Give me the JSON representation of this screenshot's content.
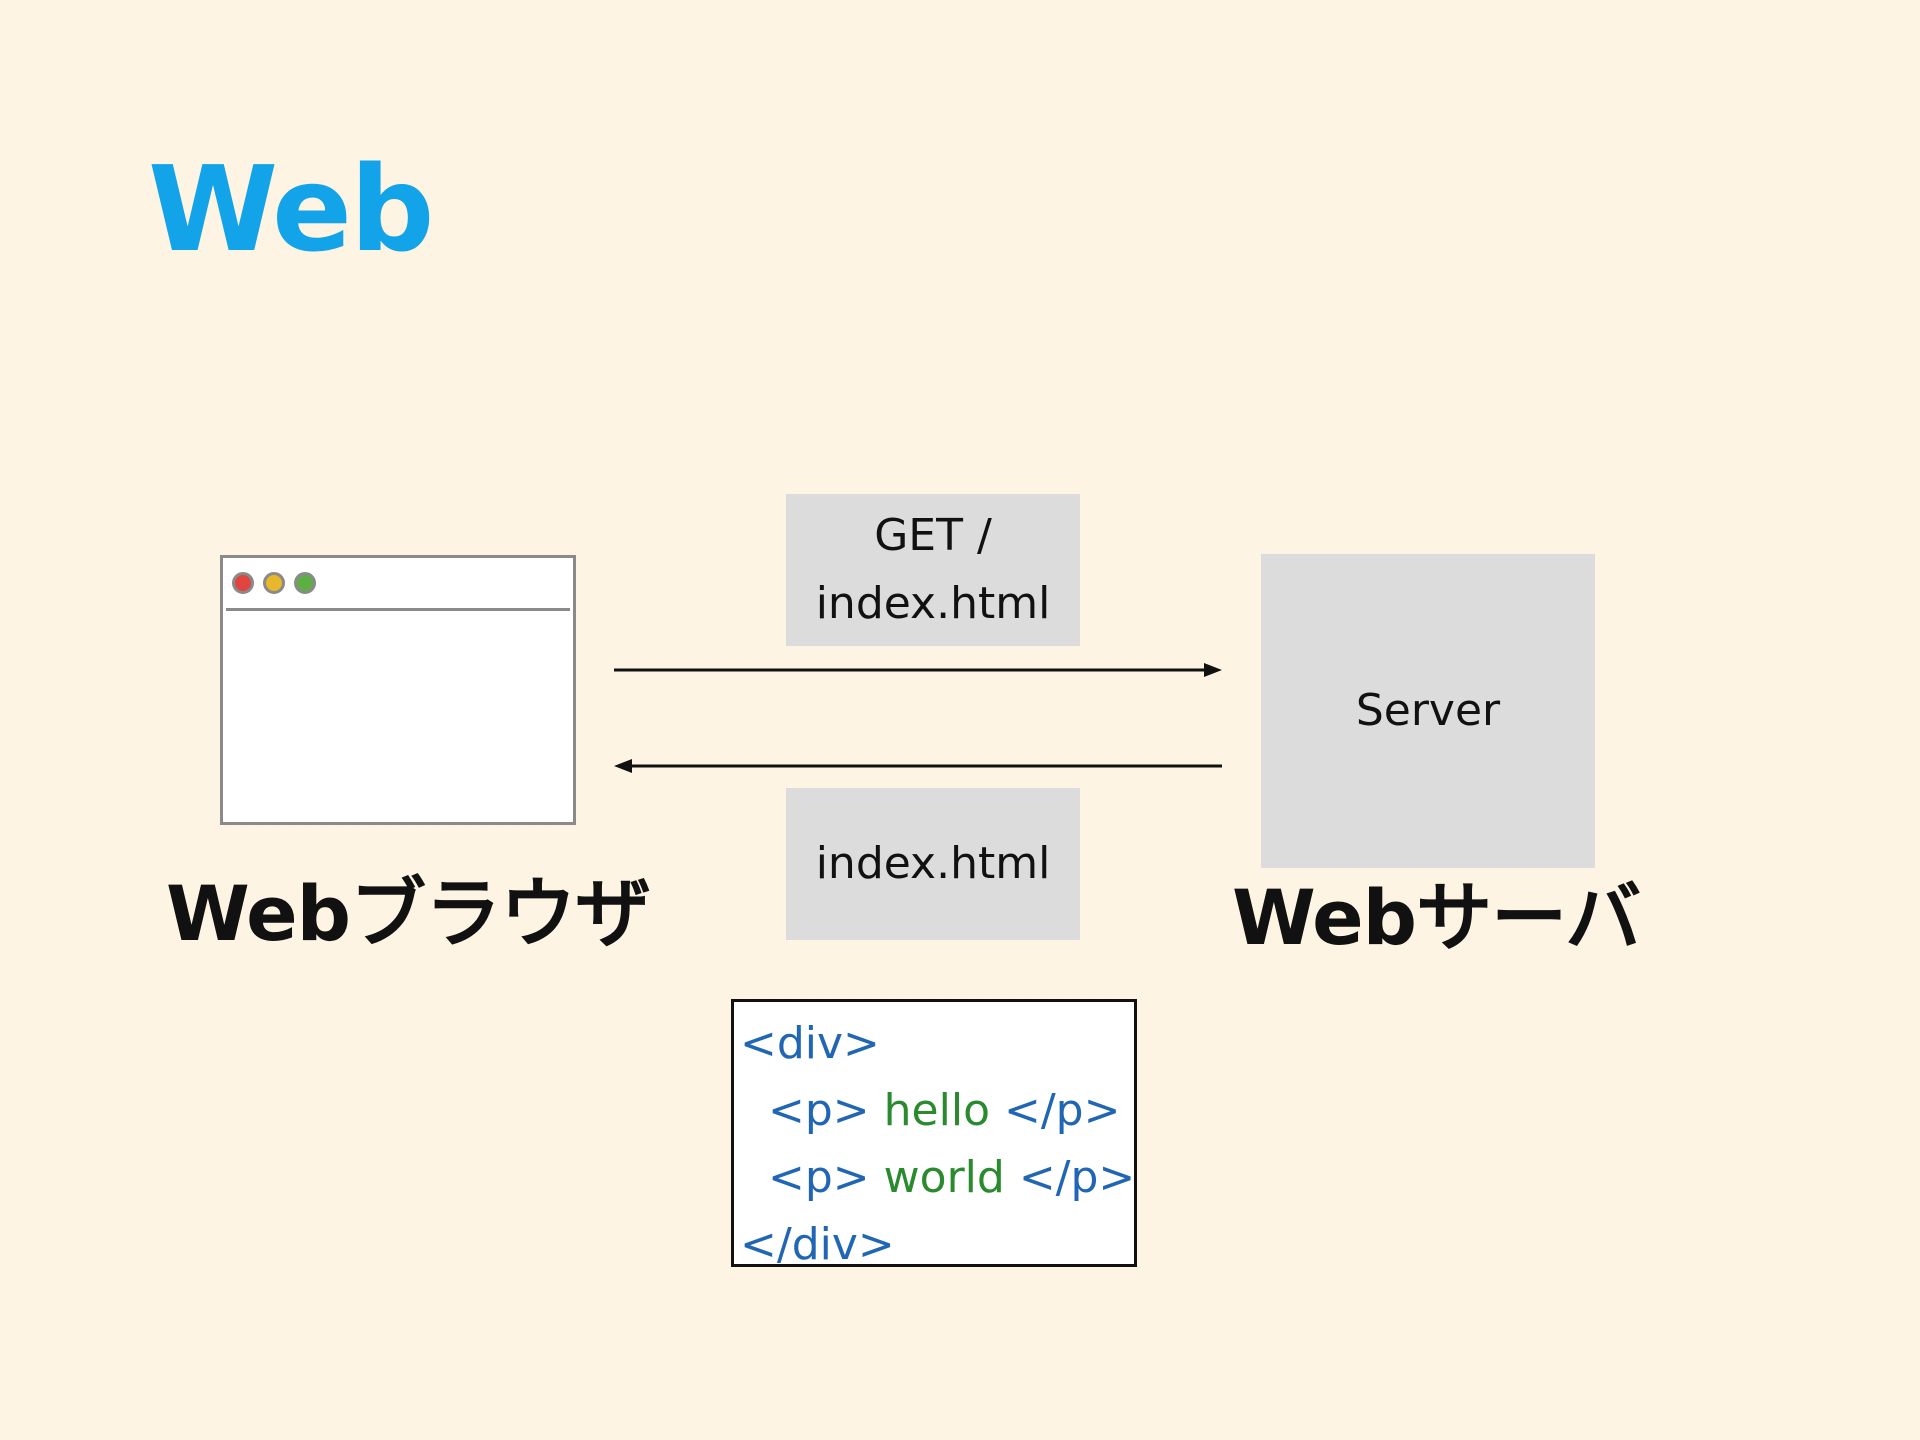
{
  "colors": {
    "background": "#fdf4e3",
    "title": "#12a3e8",
    "text": "#111111",
    "box_fill": "#dcdcdc",
    "tag": "#2166b5",
    "content": "#2a8a2e",
    "dot_red": "#e2443f",
    "dot_yellow": "#e8b82a",
    "dot_green": "#5cb043"
  },
  "title": "Web",
  "browser": {
    "label": "Webブラウザ",
    "icon": "browser-window-icon"
  },
  "server": {
    "label": "Webサーバ",
    "box_text": "Server"
  },
  "request": {
    "line1": "GET /",
    "line2": "index.html"
  },
  "response": {
    "text": "index.html"
  },
  "code": {
    "div_open": "<div>",
    "p_open": "<p>",
    "p_close": "</p>",
    "word1": "hello",
    "word2": "world",
    "div_close": "</div>"
  }
}
